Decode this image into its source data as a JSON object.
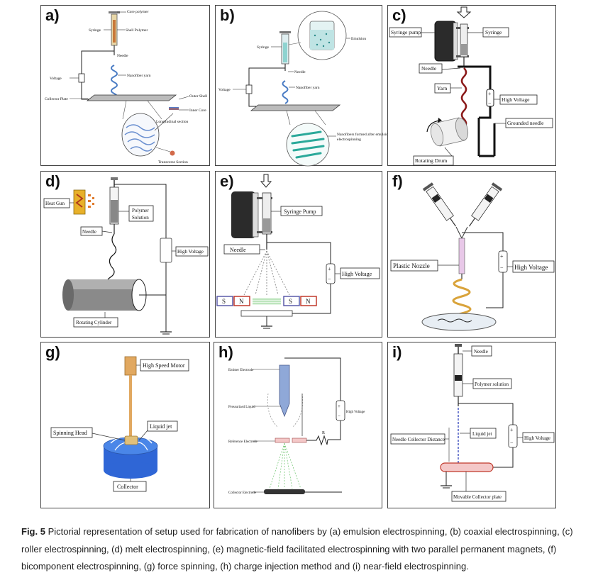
{
  "panels": {
    "a": {
      "letter": "a)",
      "labels": {
        "core_polymer": "Core polymer",
        "syringe": "Syringe",
        "shell_polymer": "Shell Polymer",
        "needle": "Needle",
        "voltage": "Voltage",
        "nanofiber_yarn": "Nanofiber yarn",
        "collector_plate": "Collector Plate",
        "outer_shell": "Outer Shell",
        "inner_core": "Inner Core",
        "longitudinal_section": "Longitudinal section",
        "transverse_section": "Transverse Section"
      }
    },
    "b": {
      "letter": "b)",
      "labels": {
        "syringe": "Syringe",
        "emulsion": "Emulsion",
        "needle": "Needle",
        "voltage": "Voltage",
        "nanofiber_yarn": "Nanofiber yarn",
        "nanofibers_formed_1": "Nanofibers formed after emulsion",
        "nanofibers_formed_2": "electrospinning"
      }
    },
    "c": {
      "letter": "c)",
      "labels": {
        "syringe_pump": "Syringe pump",
        "syringe": "Syringe",
        "needle": "Needle",
        "yarn": "Yarn",
        "high_voltage": "High Voltage",
        "grounded_needle": "Grounded needle",
        "rotating_drum": "Rotating Drum"
      }
    },
    "d": {
      "letter": "d)",
      "labels": {
        "heat_gun": "Heat Gun",
        "polymer_solution_1": "Polymer",
        "polymer_solution_2": "Solution",
        "needle": "Needle",
        "high_voltage": "High Voltage",
        "rotating_cylinder": "Rotating Cylinder"
      }
    },
    "e": {
      "letter": "e)",
      "labels": {
        "syringe_pump": "Syringe Pump",
        "needle": "Needle",
        "high_voltage": "High Voltage",
        "magnet_s": "S",
        "magnet_n": "N"
      }
    },
    "f": {
      "letter": "f)",
      "labels": {
        "plastic_nozzle": "Plastic Nozzle",
        "high_voltage": "High Voltage"
      }
    },
    "g": {
      "letter": "g)",
      "labels": {
        "high_speed_motor": "High Speed Motor",
        "spinning_head": "Spinning Head",
        "liquid_jet": "Liquid jet",
        "collector": "Collector"
      }
    },
    "h": {
      "letter": "h)",
      "labels": {
        "emitter_electrode": "Emitter Electrode",
        "pressurized_liquid": "Pressurized Liquid",
        "high_voltage": "High Voltage",
        "reference_electrode": "Reference Electrode",
        "resistor": "R",
        "collector_electrode": "Collector Electrode"
      }
    },
    "i": {
      "letter": "i)",
      "labels": {
        "needle": "Needle",
        "polymer_solution": "Polymer solution",
        "liquid_jet": "Liquid jet",
        "needle_collector_distance": "Needle Collector Distance",
        "high_voltage": "High Voltage",
        "movable_collector_plate": "Movable Collector plate"
      }
    }
  },
  "caption": {
    "fig_label": "Fig. 5",
    "text": "Pictorial representation of setup used for fabrication of nanofibers by (a) emulsion electrospinning, (b) coaxial electrospinning, (c) roller electrospinning, (d) melt electrospinning, (e) magnetic-field facilitated electrospinning with two parallel permanent magnets, (f) bicomponent electrospinning, (g) force spinning, (h) charge injection method and (i) near-field electrospinning."
  },
  "colors": {
    "magnet_s": "#5a5aa8",
    "magnet_n": "#c0392b",
    "fiber_blue": "#4a7cc4",
    "fiber_teal": "#2aa99a",
    "yarn_red": "#8b1a1a",
    "gold": "#d9a33a",
    "collector_blue": "#3a6fd8",
    "spray_green": "#7ac97a"
  }
}
